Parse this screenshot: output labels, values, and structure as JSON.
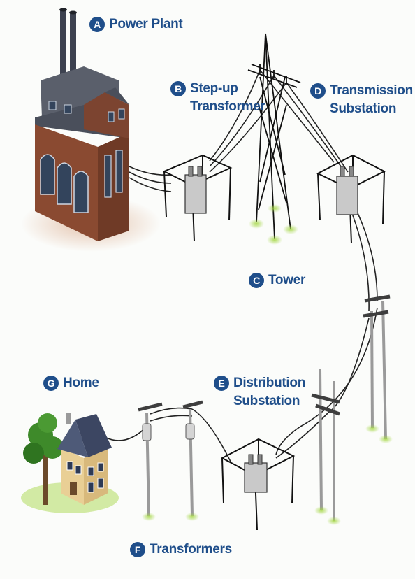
{
  "diagram": {
    "nodes": [
      {
        "key": "A",
        "letter": "A",
        "lines": [
          "Power Plant"
        ]
      },
      {
        "key": "B",
        "letter": "B",
        "lines": [
          "Step-up",
          "Transformer"
        ]
      },
      {
        "key": "C",
        "letter": "C",
        "lines": [
          "Tower"
        ]
      },
      {
        "key": "D",
        "letter": "D",
        "lines": [
          "Transmission",
          "Substation"
        ]
      },
      {
        "key": "E",
        "letter": "E",
        "lines": [
          "Distribution",
          "Substation"
        ]
      },
      {
        "key": "F",
        "letter": "F",
        "lines": [
          "Transformers"
        ]
      },
      {
        "key": "G",
        "letter": "G",
        "lines": [
          "Home"
        ]
      }
    ],
    "flow": [
      "A",
      "B",
      "C",
      "D",
      "E",
      "F",
      "G"
    ],
    "colors": {
      "label": "#1f4e8a",
      "brick": "#8a4a31",
      "roof": "#555a66",
      "wire": "#222222",
      "pole": "#a9a9a9",
      "glow": "#a7d84b",
      "house": "#e9cf95",
      "tree": "#3e8a2a"
    }
  }
}
